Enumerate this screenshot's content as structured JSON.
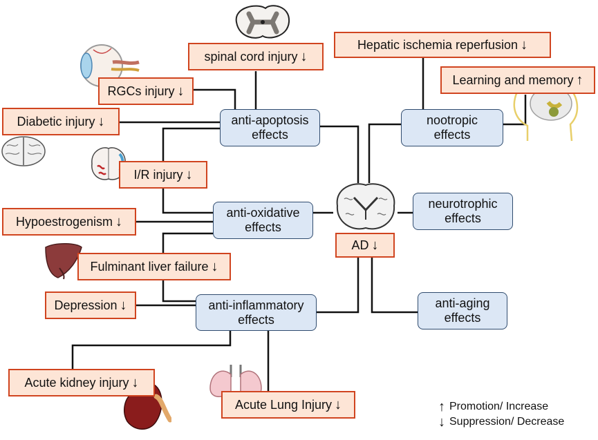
{
  "conditions": {
    "spinal": "spinal cord injury",
    "rgcs": "RGCs injury",
    "diabetic": "Diabetic injury",
    "ir": "I/R injury",
    "hypo": "Hypoestrogenism",
    "liver": "Fulminant liver failure",
    "depression": "Depression",
    "kidney": "Acute kidney injury",
    "lung": "Acute Lung Injury",
    "hepatic": "Hepatic ischemia reperfusion",
    "learning": "Learning and memory",
    "ad": "AD"
  },
  "effects": {
    "apoptosis": {
      "line1": "anti-apoptosis",
      "line2": "effects"
    },
    "oxidative": {
      "line1": "anti-oxidative",
      "line2": "effects"
    },
    "inflammatory": {
      "line1": "anti-inflammatory",
      "line2": "effects"
    },
    "nootropic": {
      "line1": "nootropic",
      "line2": "effects"
    },
    "neurotrophic": {
      "line1": "neurotrophic",
      "line2": "effects"
    },
    "aging": {
      "line1": "anti-aging",
      "line2": "effects"
    }
  },
  "arrows": {
    "down": "↓",
    "up": "↑"
  },
  "legend": {
    "increase": "Promotion/ Increase",
    "decrease": "Suppression/ Decrease"
  }
}
